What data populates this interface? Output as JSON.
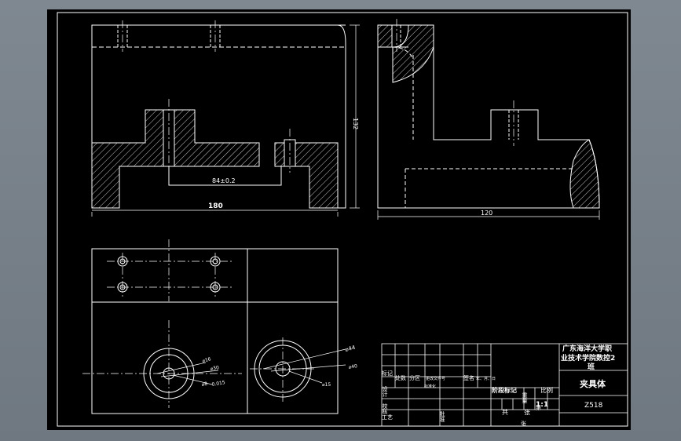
{
  "drawing": {
    "dimensions": {
      "width_180": "180",
      "height_132": "132",
      "inner_84": "84±0.2",
      "width_120": "120",
      "dia_44": "⌀44",
      "dia_40": "⌀40",
      "dia_15": "⌀15",
      "dia_16": "⌀16",
      "dia_30": "⌀30",
      "dia_8": "⌀8",
      "tol_0015": "0.015"
    }
  },
  "title_block": {
    "school_line1": "广东海洋大学职",
    "school_line2": "业技术学院数控2",
    "school_line3": "班",
    "part_name": "夹具体",
    "drawing_no": "Z518",
    "scale_label": "比例",
    "scale_value": "1:1",
    "weight_label": "重量",
    "stage_label": "阶段标记",
    "mark_label": "标记",
    "zones_label": "处数",
    "zone_label": "分区",
    "change_doc_label": "更改文件号",
    "sign_label": "签名",
    "date_label": "年、月、日",
    "design_label": "设计",
    "std_label": "标准化",
    "check_label": "校核",
    "process_label": "工艺",
    "approve_label": "批准",
    "total_label": "共",
    "sheets_label": "张",
    "sheet_no_label": "第",
    "sheet_label2": "张"
  }
}
